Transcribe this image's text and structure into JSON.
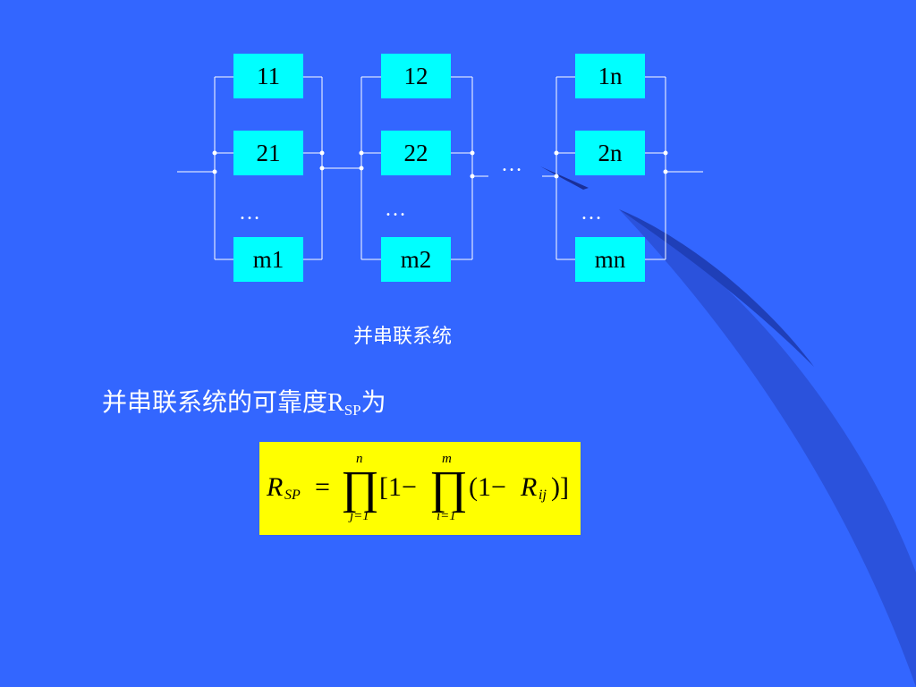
{
  "diagram": {
    "blocks": [
      {
        "label": "11"
      },
      {
        "label": "21"
      },
      {
        "label": "m1"
      },
      {
        "label": "12"
      },
      {
        "label": "22"
      },
      {
        "label": "m2"
      },
      {
        "label": "1n"
      },
      {
        "label": "2n"
      },
      {
        "label": "mn"
      }
    ],
    "ellipsis": "…",
    "caption": "并串联系统"
  },
  "statement": {
    "text": "并串联系统的可靠度",
    "symbol": "R",
    "subscript": "SP",
    "suffix": "为"
  },
  "formula": {
    "lhs": "R",
    "lhs_sub": "SP",
    "equals": "=",
    "product": "∏",
    "outer_upper": "n",
    "outer_lower": "j=1",
    "open_bracket": "[1−",
    "inner_upper": "m",
    "inner_lower": "i=1",
    "paren_open": "(1−",
    "r": "R",
    "r_sub": "ij",
    "close": ")]"
  },
  "colors": {
    "background": "#3366ff",
    "block_fill": "#00ffff",
    "formula_fill": "#ffff00",
    "lines": "#ffffff"
  }
}
